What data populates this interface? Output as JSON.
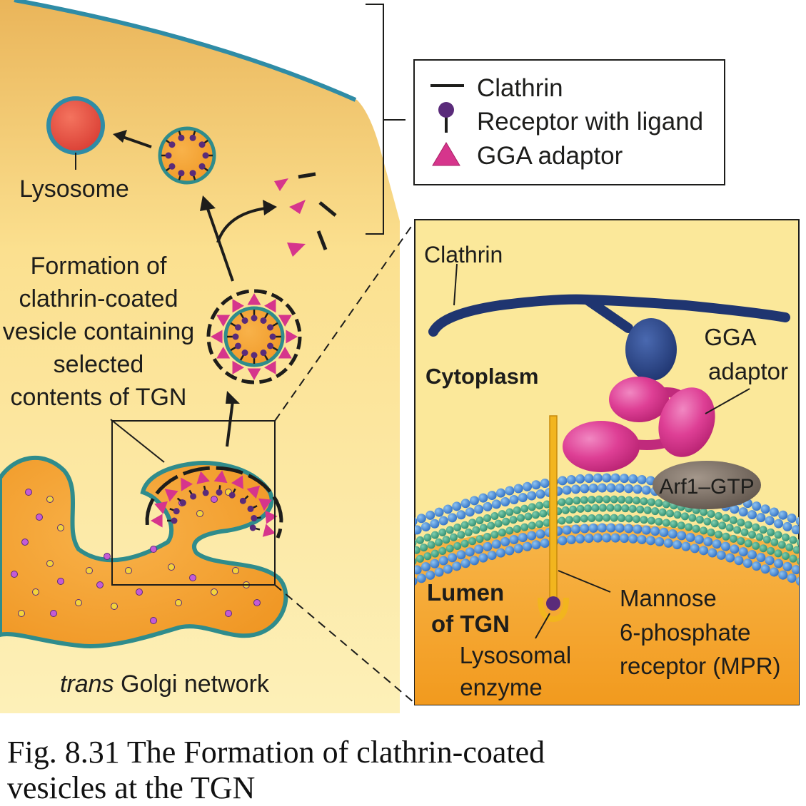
{
  "legend": {
    "items": [
      {
        "symbol": "line",
        "label": "Clathrin"
      },
      {
        "symbol": "pin",
        "label": "Receptor with ligand"
      },
      {
        "symbol": "triangle",
        "label": "GGA adaptor"
      }
    ]
  },
  "left_panel": {
    "lysosome_label": "Lysosome",
    "formation_label": [
      "Formation of",
      "clathrin-coated",
      "vesicle containing",
      "selected",
      "contents of TGN"
    ],
    "tgn_label_italic": "trans",
    "tgn_label_rest": " Golgi network"
  },
  "detail_panel": {
    "clathrin_label": "Clathrin",
    "cytoplasm_label": "Cytoplasm",
    "gga_label": [
      "GGA",
      "adaptor"
    ],
    "arf_label": "Arf1–GTP",
    "lumen_label": [
      "Lumen",
      "of TGN"
    ],
    "mpr_label": [
      "Mannose",
      "6-phosphate",
      "receptor (MPR)"
    ],
    "enzyme_label": [
      "Lysosomal",
      "enzyme"
    ]
  },
  "caption": {
    "line1": "Fig. 8.31 The Formation of clathrin-coated",
    "line2": "vesicles at the TGN"
  },
  "colors": {
    "cytoplasm": "#fbe89a",
    "tgn_orange": "#f4a125",
    "membrane_teal": "#2f8c8c",
    "lysosome_red": "#e64a3f",
    "gga_pink": "#d6358c",
    "clathrin_blue": "#25417e",
    "receptor_purple": "#5a2b7a",
    "arf_gray": "#7a6d62",
    "lipid_blue": "#3d7ed1",
    "lipid_green": "#3b9a7c"
  }
}
